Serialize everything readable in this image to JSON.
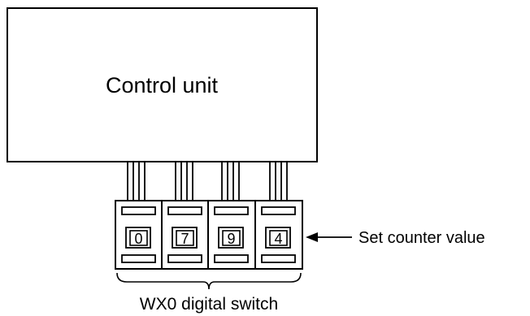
{
  "control_unit": {
    "label": "Control unit"
  },
  "switch": {
    "digits": [
      "0",
      "7",
      "9",
      "4"
    ],
    "caption": "WX0 digital switch"
  },
  "annotation": {
    "label": "Set counter value"
  },
  "colors": {
    "stroke": "#000000",
    "background": "#ffffff"
  }
}
